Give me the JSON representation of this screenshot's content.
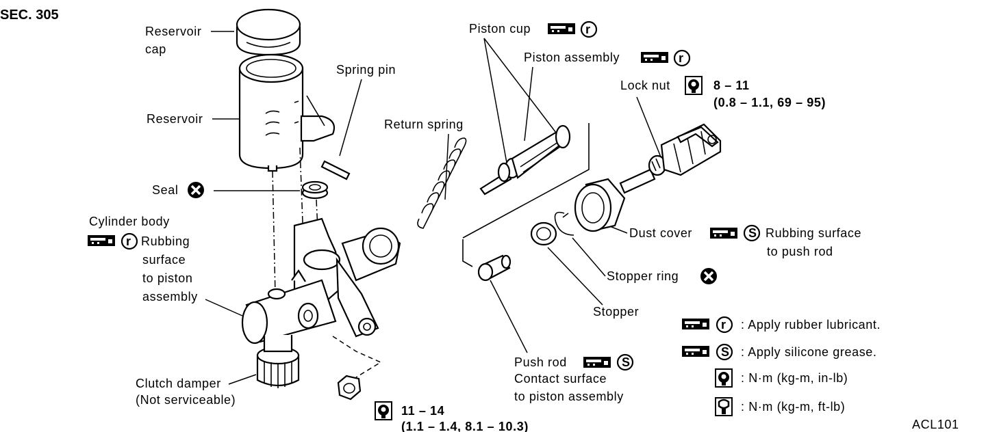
{
  "section": "SEC. 305",
  "code": "ACL101",
  "labels": {
    "reservoir_cap_1": "Reservoir",
    "reservoir_cap_2": "cap",
    "reservoir": "Reservoir",
    "spring_pin": "Spring pin",
    "seal": "Seal",
    "cylinder_body": "Cylinder body",
    "cyl_note_1": "Rubbing",
    "cyl_note_2": "surface",
    "cyl_note_3": "to piston",
    "cyl_note_4": "assembly",
    "clutch_damper_1": "Clutch damper",
    "clutch_damper_2": "(Not serviceable)",
    "torque_bottom_1": "11 – 14",
    "torque_bottom_2": "(1.1 – 1.4, 8.1 – 10.3)",
    "piston_cup": "Piston cup",
    "piston_assembly": "Piston assembly",
    "return_spring": "Return spring",
    "lock_nut": "Lock nut",
    "lock_nut_torque_1": "8 – 11",
    "lock_nut_torque_2": "(0.8 – 1.1, 69 – 95)",
    "dust_cover": "Dust cover",
    "dust_note_1": "Rubbing surface",
    "dust_note_2": "to push rod",
    "stopper_ring": "Stopper ring",
    "stopper": "Stopper",
    "push_rod_1": "Push rod",
    "push_rod_2": "Contact surface",
    "push_rod_3": "to piston assembly"
  },
  "symbols": {
    "rubber_letter": "r",
    "silicone_letter": "S"
  },
  "legend": [
    {
      "symbol": "rubber-lubricant",
      "text": ": Apply rubber lubricant."
    },
    {
      "symbol": "silicone-grease",
      "text": ": Apply silicone grease."
    },
    {
      "symbol": "torque-in-lb",
      "text": ": N·m (kg-m, in-lb)"
    },
    {
      "symbol": "torque-ft-lb",
      "text": ": N·m (kg-m, ft-lb)"
    }
  ]
}
